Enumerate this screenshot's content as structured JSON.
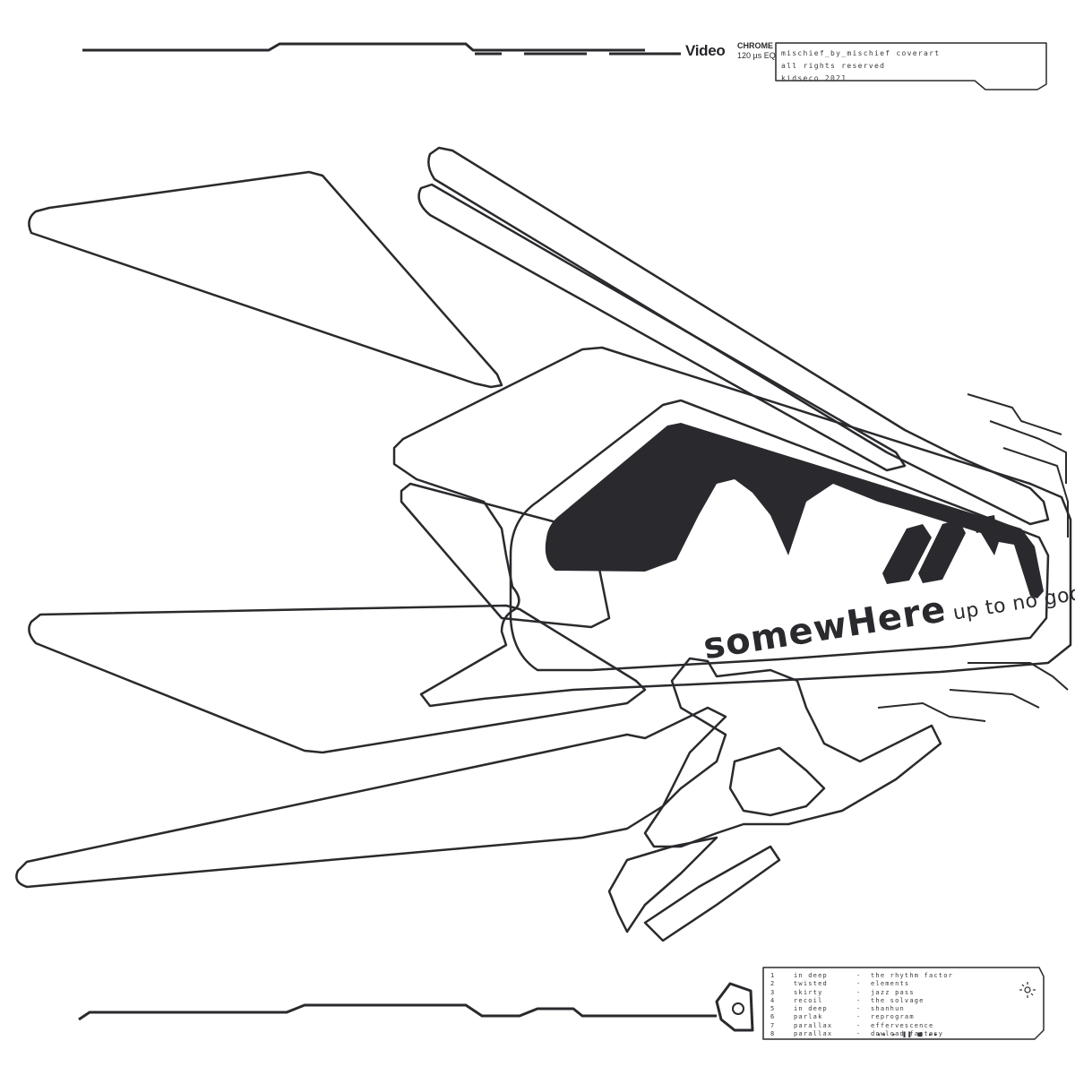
{
  "header": {
    "video_label": "Video",
    "chrome_label": "CHROME",
    "eq_label": "120 µs EQ"
  },
  "credits": {
    "line1": "mischief_by_mischief coverart",
    "line2": "all rights reserved",
    "line3": "kidseco 2021"
  },
  "title": {
    "main": "somewHere",
    "sub": " up to no good"
  },
  "tracklist": [
    {
      "num": "1",
      "artist": "in deep",
      "title": "the rhythm factor"
    },
    {
      "num": "2",
      "artist": "twisted",
      "title": "elements"
    },
    {
      "num": "3",
      "artist": "skirty",
      "title": "jazz pass"
    },
    {
      "num": "4",
      "artist": "recoil",
      "title": "the solvage"
    },
    {
      "num": "5",
      "artist": "in deep",
      "title": "shanhun"
    },
    {
      "num": "6",
      "artist": "parlak",
      "title": "reprogram"
    },
    {
      "num": "7",
      "artist": "parallax",
      "title": "effervescence"
    },
    {
      "num": "8",
      "artist": "parallax",
      "title": "dowload fantasy"
    }
  ],
  "transport": "◂◂ ▸ ❚❚ ■ ▸▸",
  "colors": {
    "ink": "#2a2a2e",
    "paper": "#ffffff"
  }
}
